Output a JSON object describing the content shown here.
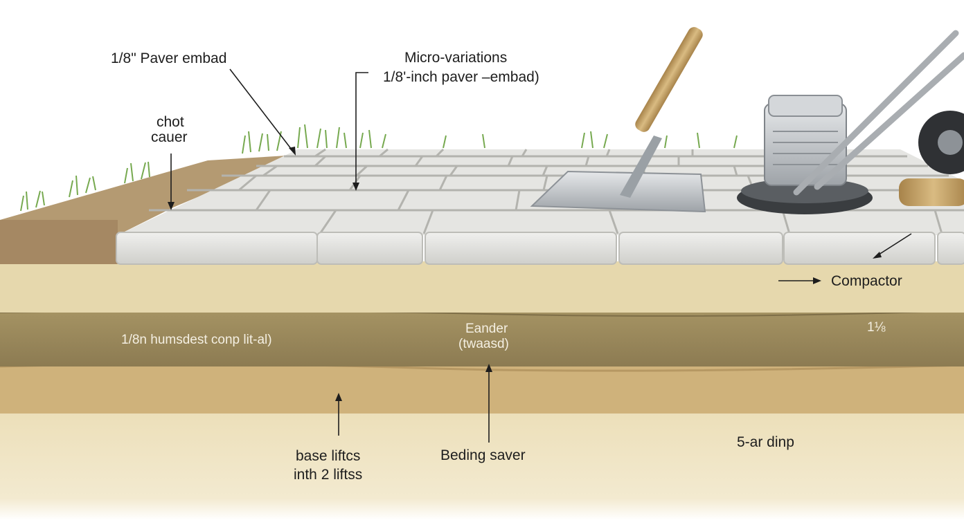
{
  "labels": {
    "paver_embed": "1/8\" Paver embad",
    "micro_variations_line1": "Micro-variations",
    "micro_variations_line2": "1/8'-inch paver –embad)",
    "chot_line1": "chot",
    "chot_line2": "cauer",
    "compactor": "Compactor",
    "humsdest_layer": "1/8n humsdest conp lit-al)",
    "eander_line1": "Eander",
    "eander_line2": "(twaasd)",
    "fraction_right": "1⅛",
    "base_lifts_line1": "base liftcs",
    "base_lifts_line2": "inth 2 liftss",
    "beding_saver": "Beding saver",
    "ar_dinp": "5-ar dinp"
  },
  "colors": {
    "paver": "#e3e3e0",
    "paver_joint": "#b9b9b5",
    "bedding_sand": "#e4d6ab",
    "base_dark": "#9c8a5e",
    "subgrade": "#cdb07a",
    "lower_sand": "#efe3c0",
    "soil_edge": "#a98a62",
    "grass": "#7fb25a",
    "handle_wood": "#c7a56b",
    "metal": "#b8bcc0"
  }
}
